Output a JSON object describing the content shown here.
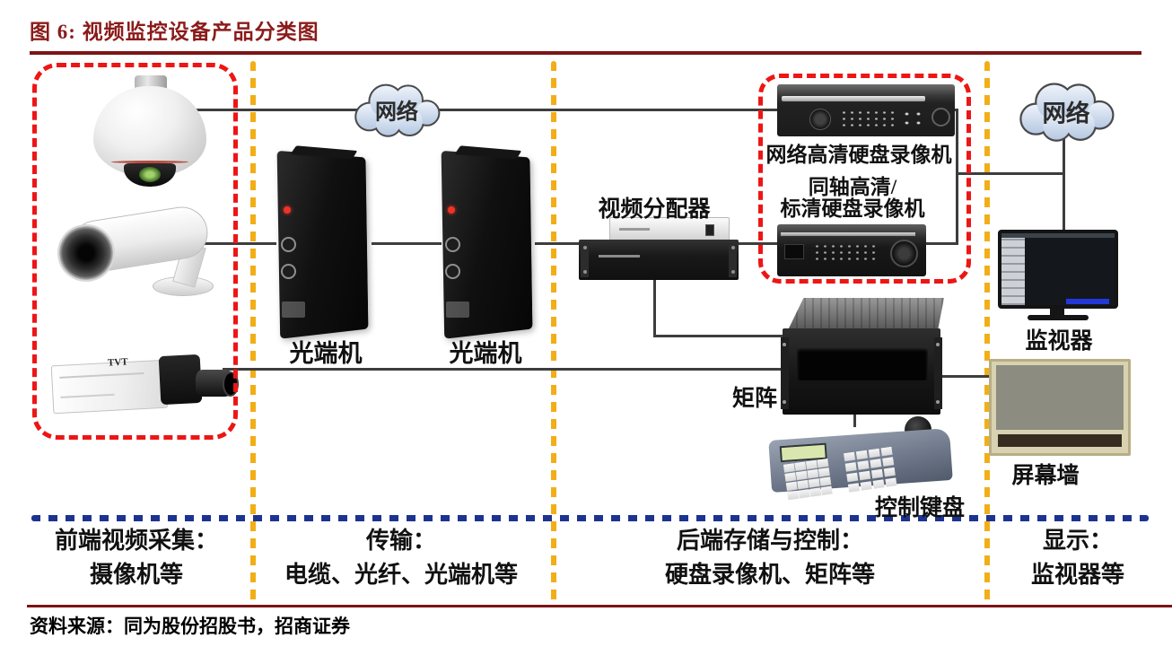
{
  "header": {
    "title": "图 6: 视频监控设备产品分类图"
  },
  "clouds": {
    "left_label": "网络",
    "right_label": "网络"
  },
  "labels": {
    "transceiver1": "光端机",
    "transceiver2": "光端机",
    "distributor": "视频分配器",
    "network_dvr": "网络高清硬盘录像机",
    "coaxial_dvr_line1": "同轴高清/",
    "coaxial_dvr_line2": "标清硬盘录像机",
    "matrix": "矩阵",
    "control_keyboard": "控制键盘",
    "monitor": "监视器",
    "screen_wall": "屏幕墙",
    "box_camera_brand": "TVT"
  },
  "sections": {
    "front_end": {
      "title": "前端视频采集：",
      "subtitle": "摄像机等"
    },
    "transmission": {
      "title": "传输：",
      "subtitle": "电缆、光纤、光端机等"
    },
    "backend": {
      "title": "后端存储与控制：",
      "subtitle": "硬盘录像机、矩阵等"
    },
    "display": {
      "title": "显示：",
      "subtitle": "监视器等"
    }
  },
  "footer": {
    "source": "资料来源：同为股份招股书，招商证券"
  },
  "colors": {
    "title_red": "#8b1b1b",
    "rule_red": "#7c1416",
    "dashed_red": "#ee1515",
    "dashed_yellow": "#f2ae17",
    "dashed_blue": "#1c3490",
    "connector_gray": "#3d3d3d"
  }
}
